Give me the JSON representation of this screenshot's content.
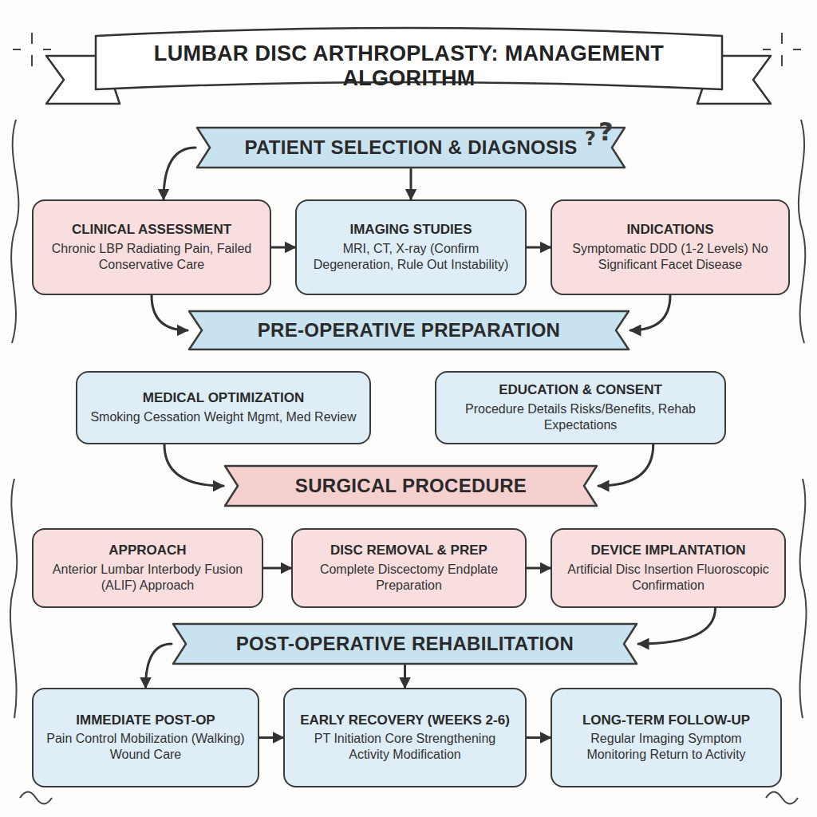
{
  "diagram": {
    "title": "LUMBAR DISC ARTHROPLASTY: MANAGEMENT ALGORITHM",
    "nodes": [
      {
        "text": [
          "PATIENT SELECTION & DIAGNOSIS"
        ]
      },
      {
        "text": [
          "CLINICAL ASSESSMENT",
          "Chronic LBP Radiating Pain, Failed Conservative Care"
        ]
      },
      {
        "text": [
          "IMAGING STUDIES",
          "MRI, CT, X-ray (Confirm Degeneration, Rule Out Instability)"
        ]
      },
      {
        "text": [
          "INDICATIONS",
          "Symptomatic DDD (1-2 Levels) No Significant Facet Disease"
        ]
      },
      {
        "text": [
          "PRE-OPERATIVE PREPARATION"
        ]
      },
      {
        "text": [
          "MEDICAL OPTIMIZATION",
          "Smoking Cessation Weight Mgmt, Med Review"
        ]
      },
      {
        "text": [
          "EDUCATION & CONSENT",
          "Procedure Details Risks/Benefits, Rehab Expectations"
        ]
      },
      {
        "text": [
          "SURGICAL PROCEDURE"
        ]
      },
      {
        "text": [
          "APPROACH",
          "Anterior Lumbar Interbody Fusion (ALIF) Approach"
        ]
      },
      {
        "text": [
          "DISC REMOVAL & PREP",
          "Complete Discectomy Endplate Preparation"
        ]
      },
      {
        "text": [
          "DEVICE IMPLANTATION",
          "Artificial Disc Insertion Fluoroscopic Confirmation"
        ]
      },
      {
        "text": [
          "POST-OPERATIVE REHABILITATION"
        ]
      },
      {
        "text": [
          "IMMEDIATE POST-OP",
          "Pain Control Mobilization (Walking) Wound Care"
        ]
      },
      {
        "text": [
          "EARLY RECOVERY (WEEKS 2-6)",
          "PT Initiation Core Strengthening Activity Modification"
        ]
      },
      {
        "text": [
          "LONG-TERM FOLLOW-UP",
          "Regular Imaging Symptom Monitoring Return to Activity"
        ]
      }
    ],
    "edges": [
      {
        "from": 0,
        "to": 1,
        "arrow": "to"
      },
      {
        "from": 0,
        "to": 2,
        "arrow": "to"
      },
      {
        "from": 1,
        "to": 2,
        "arrow": "to"
      },
      {
        "from": 2,
        "to": 3,
        "arrow": "to"
      },
      {
        "from": 1,
        "to": 4,
        "arrow": "to"
      },
      {
        "from": 3,
        "to": 4,
        "arrow": "to"
      },
      {
        "from": 5,
        "to": 7,
        "arrow": "to"
      },
      {
        "from": 6,
        "to": 7,
        "arrow": "to"
      },
      {
        "from": 8,
        "to": 9,
        "arrow": "to"
      },
      {
        "from": 9,
        "to": 10,
        "arrow": "to"
      },
      {
        "from": 10,
        "to": 11,
        "arrow": "to"
      },
      {
        "from": 11,
        "to": 12,
        "arrow": "to"
      },
      {
        "from": 11,
        "to": 13,
        "arrow": "to"
      },
      {
        "from": 12,
        "to": 13,
        "arrow": "to"
      },
      {
        "from": 13,
        "to": 14,
        "arrow": "to"
      }
    ],
    "labels": [
      "?",
      "?"
    ]
  }
}
